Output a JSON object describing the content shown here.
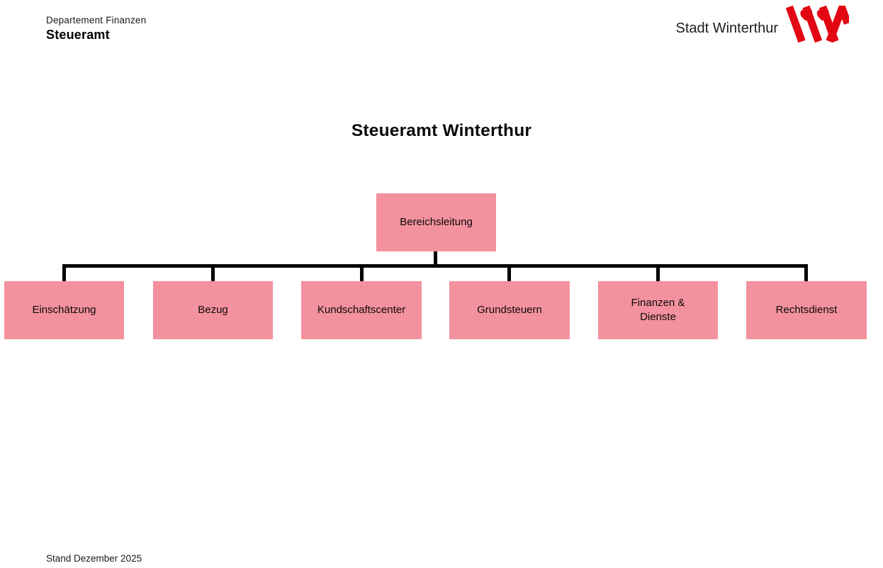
{
  "header": {
    "department": "Departement Finanzen",
    "office": "Steueramt"
  },
  "logo": {
    "text": "Stadt Winterthur",
    "brand_color": "#E30613"
  },
  "title": "Steueramt Winterthur",
  "orgchart": {
    "root": {
      "label": "Bereichsleitung"
    },
    "children": [
      {
        "label": "Einschätzung"
      },
      {
        "label": "Bezug"
      },
      {
        "label": "Kundschaftscenter"
      },
      {
        "label": "Grundsteuern"
      },
      {
        "label": "Finanzen & Dienste"
      },
      {
        "label": "Rechtsdienst"
      }
    ],
    "box_color": "#F4919E",
    "line_color": "#000000"
  },
  "footer": {
    "status": "Stand Dezember 2025"
  }
}
